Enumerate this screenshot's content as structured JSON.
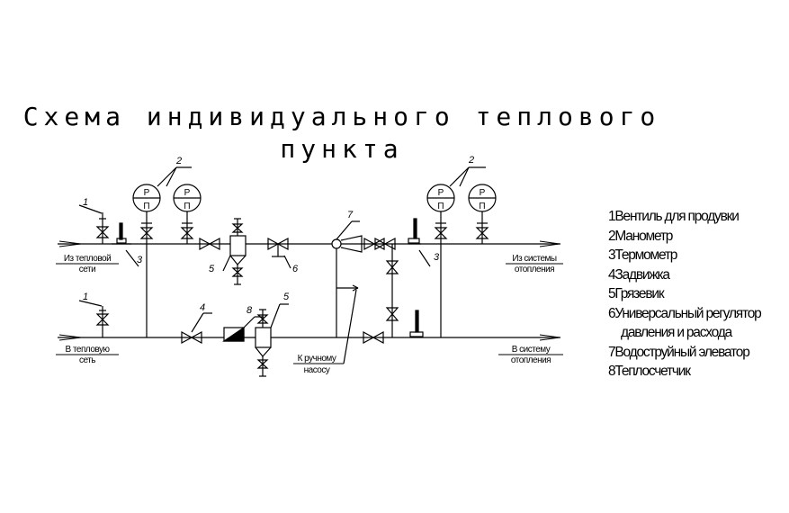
{
  "title": {
    "line1": "Схема индивидуального теплового",
    "line2": "пункта"
  },
  "labels": {
    "from_network": [
      "Из тепловой",
      "сети"
    ],
    "to_network": [
      "В тепловую",
      "сеть"
    ],
    "from_system": [
      "Из системы",
      "отопления"
    ],
    "to_system": [
      "В систему",
      "отопления"
    ],
    "to_pump": [
      "К ручному",
      "насосу"
    ],
    "gauge_top": "Р",
    "gauge_bottom": "П"
  },
  "callouts": {
    "c1": "1",
    "c2": "2",
    "c3": "3",
    "c4": "4",
    "c5": "5",
    "c6": "6",
    "c7": "7",
    "c8": "8"
  },
  "legend": [
    "1Вентиль для продувки",
    "2Манометр",
    "3Термометр",
    "4Задвижка",
    "5Грязевик",
    "6Универсальный регулятор",
    "давления и расхода",
    "7Водоструйный элеватор",
    "8Теплосчетчик"
  ]
}
